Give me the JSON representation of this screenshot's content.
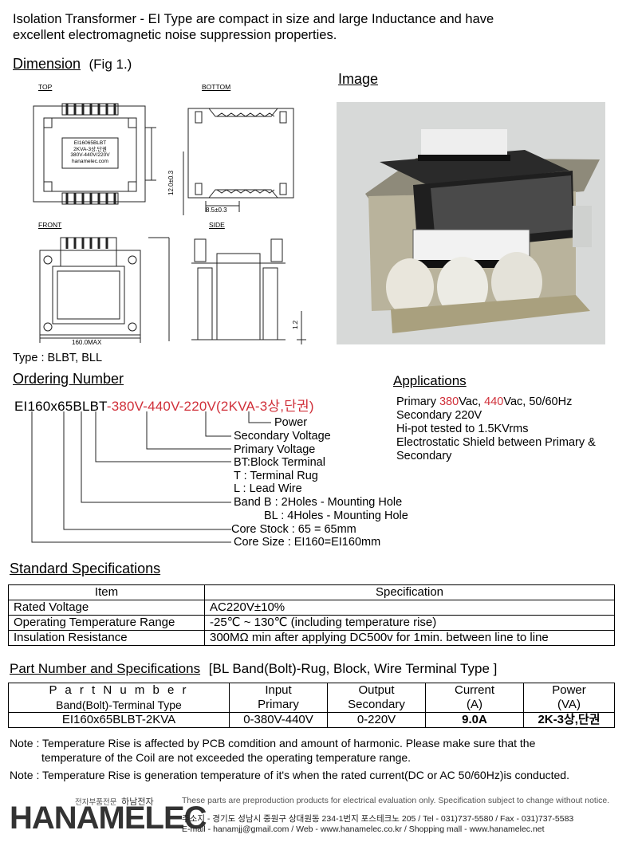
{
  "intro": {
    "line1": "Isolation Transformer - EI Type are compact in size and large Inductance and have",
    "line2": "excellent electromagnetic noise suppression properties."
  },
  "dimension": {
    "title": "Dimension",
    "fig": "(Fig 1.)",
    "top_label": "TOP",
    "bottom_label": "BOTTOM",
    "front_label": "FRONT",
    "side_label": "SIDE",
    "nameplate": [
      "EI16065BLBT",
      "2KVA-3상,단권",
      "380V-440V/220V",
      "hanamelec.com"
    ],
    "dim_bottom_width": "8.5±0.3",
    "dim_bottom_height": "12.0±0.3",
    "dim_front_width": "160.0MAX",
    "dim_side_height": "1.2"
  },
  "image": {
    "title": "Image"
  },
  "type_line": "Type : BLBT, BLL",
  "ordering": {
    "title": "Ordering Number",
    "code_black1": "EI160x65BLBT",
    "code_red1": "-380V-440V-220V",
    "code_red2": "(2KVA-3상,단권)",
    "legend": [
      "Power",
      "Secondary Voltage",
      "Primary Voltage",
      "BT:Block Terminal",
      "T  : Terminal Rug",
      "L  : Lead Wire",
      "Band B : 2Holes - Mounting Hole",
      "BL : 4Holes - Mounting Hole",
      "Core Stock : 65 = 65mm",
      "Core Size : EI160=EI160mm"
    ]
  },
  "applications": {
    "title": "Applications",
    "line1_pre": "Primary ",
    "line1_v1": "380",
    "line1_mid": "Vac, ",
    "line1_v2": "440",
    "line1_post": "Vac, 50/60Hz",
    "line2": "Secondary 220V",
    "line3": "Hi-pot tested to 1.5KVrms",
    "line4": "Electrostatic Shield between Primary &",
    "line5": "Secondary"
  },
  "standard_specs": {
    "title": "Standard Specifications",
    "headers": [
      "Item",
      "Specification"
    ],
    "rows": [
      [
        "Rated Voltage",
        "AC220V±10%"
      ],
      [
        "Operating Temperature Range",
        "-25℃ ~ 130℃ (including temperature rise)"
      ],
      [
        "Insulation Resistance",
        "300MΩ min after applying DC500v for 1min. between line to line"
      ]
    ]
  },
  "part_specs": {
    "title": "Part Number and Specifications",
    "subtitle": "[BL Band(Bolt)-Rug, Block, Wire Terminal Type ]",
    "headers": [
      [
        "P a r t   N u m b e r",
        "Band(Bolt)-Terminal Type"
      ],
      [
        "Input",
        "Primary"
      ],
      [
        "Output",
        "Secondary"
      ],
      [
        "Current",
        "(A)"
      ],
      [
        "Power",
        "(VA)"
      ]
    ],
    "row": [
      "EI160x65BLBT-2KVA",
      "0-380V-440V",
      "0-220V",
      "9.0A",
      "2K-3상,단권"
    ]
  },
  "notes": {
    "note1_a": "Note : Temperature Rise is affected by PCB comdition and amount of harmonic. Please make sure that the",
    "note1_b": "temperature of the Coil are not exceeded the operating temperature range.",
    "note2": "Note : Temperature Rise is generation temperature of it's when the rated current(DC or AC 50/60Hz)is conducted."
  },
  "footer": {
    "tagline_kr": "전자부품전문",
    "brand_kr": "하남전자",
    "logo": "HANAMELEC",
    "disclaimer": "These parts are preproduction products for electrical evaluation only. Specification subject to change without notice.",
    "address": "주소지 - 경기도 성남시 중원구 상대원동 234-1번지 포스테크노 205  /  Tel - 031)737-5580  /  Fax - 031)737-5583",
    "contacts": "E-mail - hanamjj@gmail.com  /  Web - www.hanamelec.co.kr  /  Shopping mall - www.hanamelec.net"
  }
}
